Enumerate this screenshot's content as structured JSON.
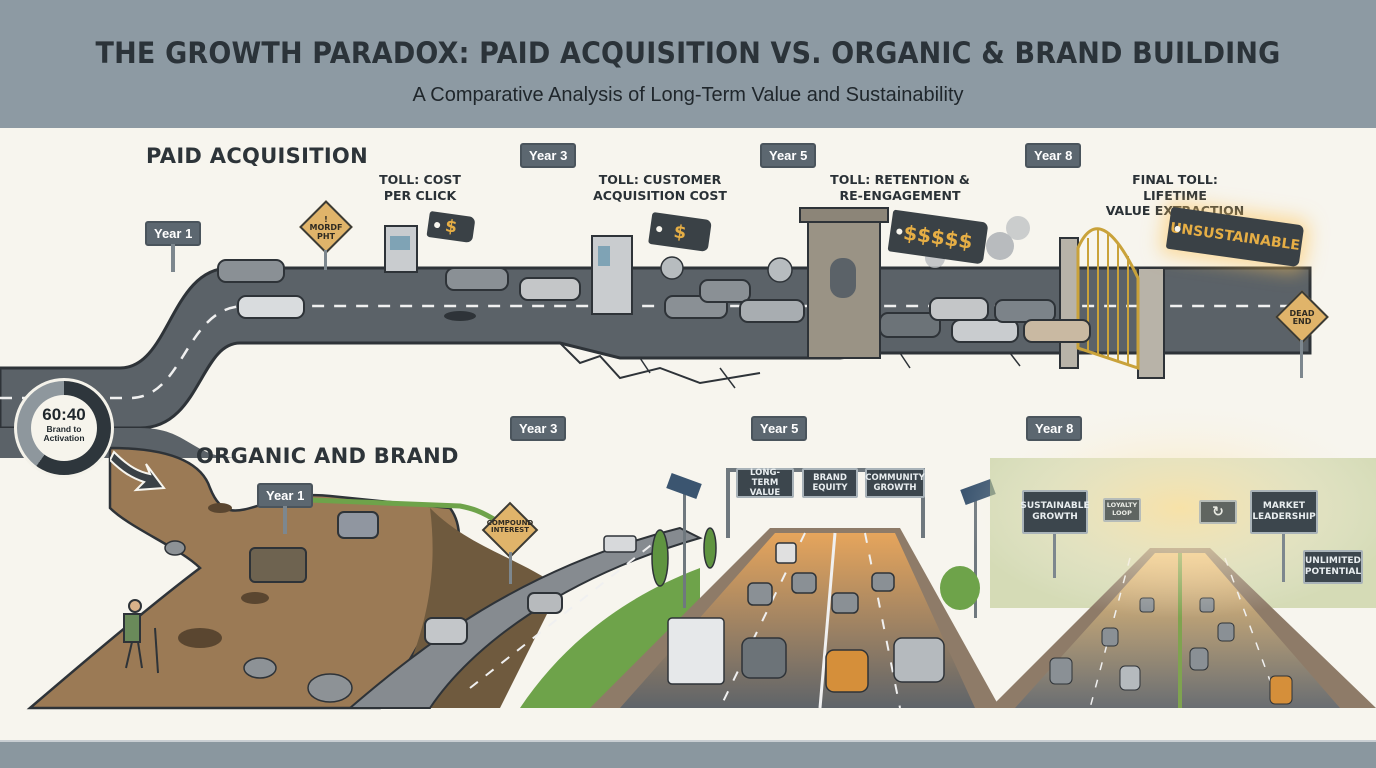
{
  "header": {
    "title": "THE GROWTH PARADOX: PAID ACQUISITION VS. ORGANIC & BRAND BUILDING",
    "subtitle": "A Comparative Analysis of Long-Term Value and Sustainability"
  },
  "colors": {
    "header_bg": "#8d9aa3",
    "canvas_bg": "#f7f5ee",
    "title_text": "#2b3339",
    "road_asphalt": "#5b6268",
    "dirt_path": "#9b7a55",
    "highway_glow": "#d99a55",
    "price_tag": "#3a4146",
    "price_text": "#e6ae45",
    "sign_bg": "#5c6770"
  },
  "ratio_dial": {
    "value": "60:40",
    "caption_line1": "Brand to",
    "caption_line2": "Activation",
    "brand_share_pct": 60,
    "activation_share_pct": 40
  },
  "paid": {
    "label": "PAID ACQUISITION",
    "warning_sign": "! MORDF PHT",
    "dead_end_sign": "DEAD END",
    "milestones": [
      {
        "year": "Year 1",
        "toll_line1": "TOLL: COST",
        "toll_line2": "PER CLICK",
        "price": "$"
      },
      {
        "year": "Year 3",
        "toll_line1": "TOLL: CUSTOMER",
        "toll_line2": "ACQUISITION COST",
        "price": "$"
      },
      {
        "year": "Year 5",
        "toll_line1": "TOLL: RETENTION &",
        "toll_line2": "RE-ENGAGEMENT",
        "price": "$$$$$"
      },
      {
        "year": "Year 8",
        "toll_line1": "FINAL TOLL: LIFETIME",
        "toll_line2": "VALUE EXTRACTION",
        "price": "UNSUSTAINABLE"
      }
    ]
  },
  "organic": {
    "label": "ORGANIC AND BRAND",
    "compound_sign": "COMPOUND INTEREST",
    "years": [
      "Year 1",
      "Year 3",
      "Year 5",
      "Year 8"
    ],
    "gantry_signs": [
      {
        "line1": "LONG-TERM",
        "line2": "VALUE"
      },
      {
        "line1": "BRAND",
        "line2": "EQUITY"
      },
      {
        "line1": "COMMUNITY",
        "line2": "GROWTH"
      }
    ],
    "billboards": [
      {
        "line1": "SUSTAINABLE",
        "line2": "GROWTH"
      },
      {
        "line1": "LOYALTY",
        "line2": "LOOP"
      },
      {
        "line1": "MARKET",
        "line2": "LEADERSHIP"
      },
      {
        "line1": "UNLIMITED",
        "line2": "POTENTIAL"
      }
    ]
  }
}
